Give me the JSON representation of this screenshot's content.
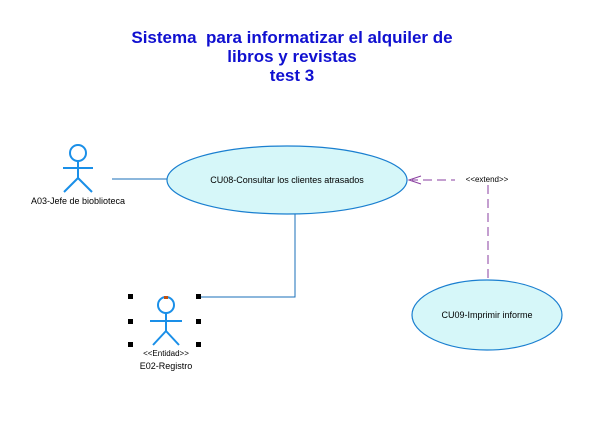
{
  "title": {
    "line1": "Sistema  para informatizar el alquiler de",
    "line2": "libros y revistas",
    "line3": "test 3"
  },
  "actors": [
    {
      "name": "A03-Jefe de bioblioteca"
    },
    {
      "stereotype": "<<Entidad>>",
      "name": "E02-Registro"
    }
  ],
  "use_cases": [
    {
      "label": "CU08-Consultar los clientes atrasados"
    },
    {
      "label": "CU09-Imprimir informe"
    }
  ],
  "relations": [
    {
      "type": "association",
      "from": "A03-Jefe de bioblioteca",
      "to": "CU08-Consultar los clientes atrasados"
    },
    {
      "type": "association",
      "from": "E02-Registro",
      "to": "CU08-Consultar los clientes atrasados"
    },
    {
      "type": "extend",
      "label": "<<extend>>",
      "from": "CU09-Imprimir informe",
      "to": "CU08-Consultar los clientes atrasados"
    }
  ],
  "colors": {
    "title": "#1010d0",
    "actor": "#1a8fe8",
    "use_case_fill": "#d6f7f9",
    "use_case_stroke": "#1a7fd0",
    "association": "#1a6fb8",
    "extend": "#8a3fa0"
  }
}
